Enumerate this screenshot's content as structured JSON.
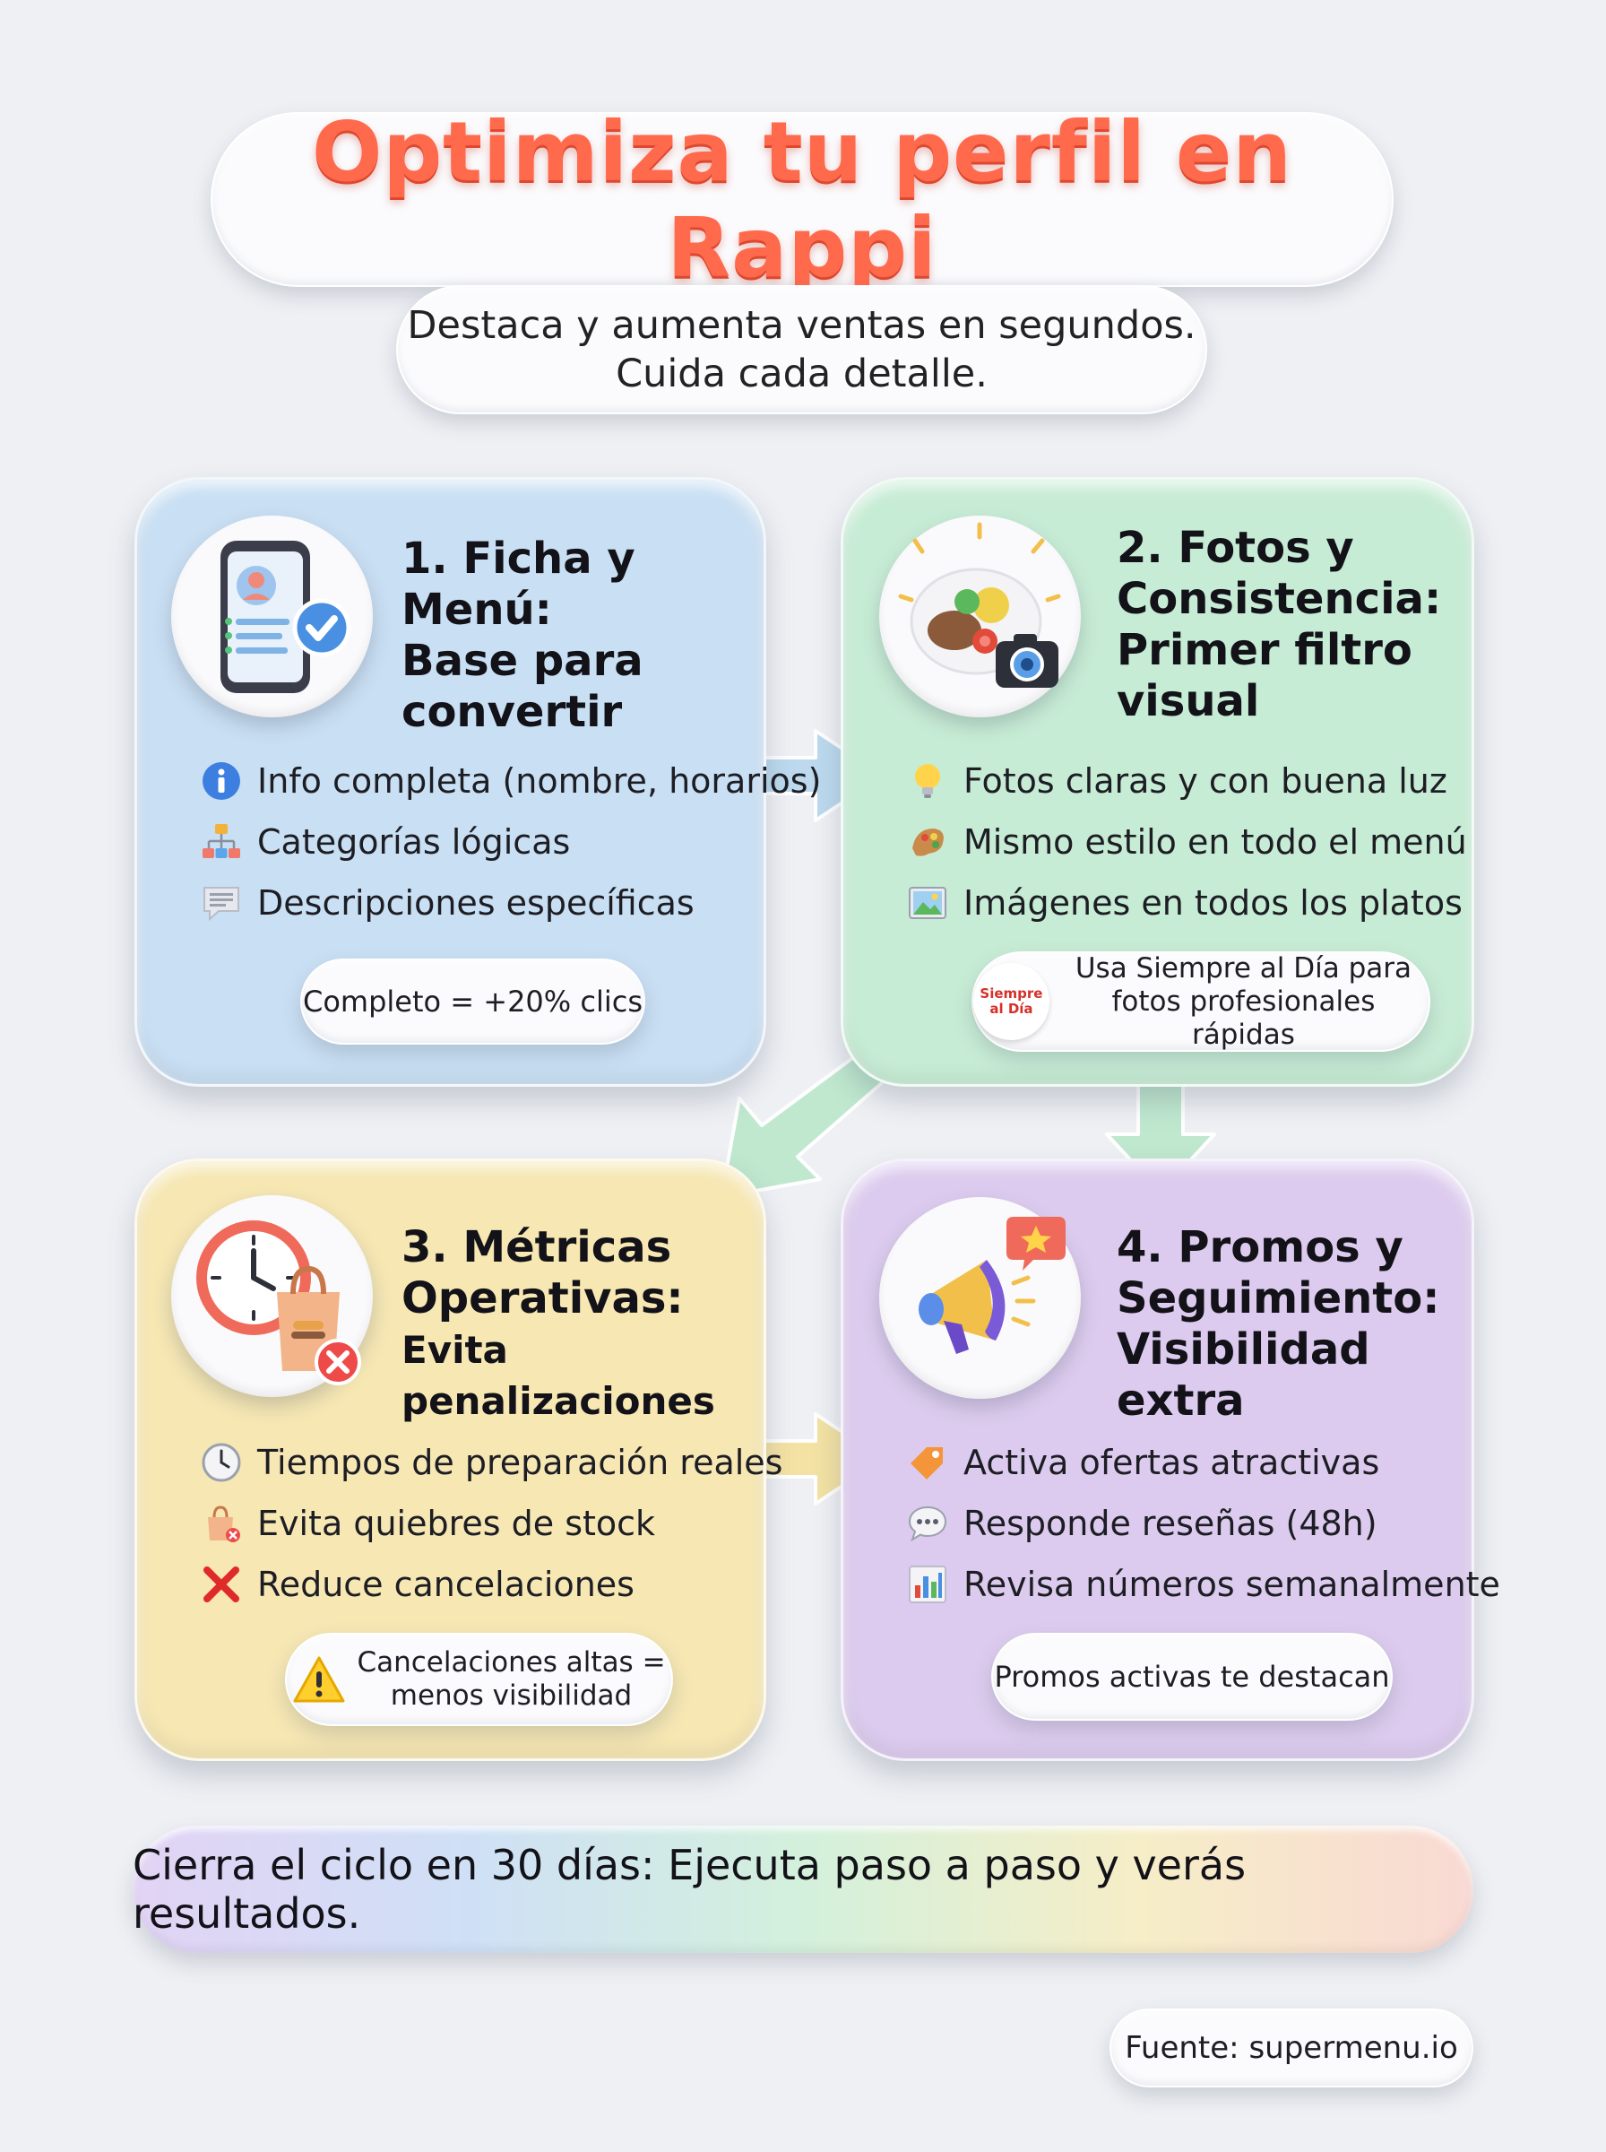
{
  "header": {
    "title": "Optimiza tu perfil en Rappi",
    "subtitle_line1": "Destaca y aumenta ventas en segundos.",
    "subtitle_line2": "Cuida cada detalle."
  },
  "colors": {
    "title": "#ff6a4d",
    "card1": "#c9dff3",
    "card2": "#c7ecd5",
    "card3": "#f6e7b3",
    "card4": "#dccbee"
  },
  "cards": [
    {
      "title_line1": "1. Ficha y Menú:",
      "title_line2": "Base para",
      "title_line3": "convertir",
      "icon": "phone-profile-icon",
      "items": [
        {
          "icon": "info-icon",
          "text": "Info completa (nombre, horarios)"
        },
        {
          "icon": "hierarchy-icon",
          "text": "Categorías lógicas"
        },
        {
          "icon": "note-icon",
          "text": "Descripciones específicas"
        }
      ],
      "tip": "Completo = +20% clics"
    },
    {
      "title_line1": "2. Fotos y",
      "title_line2": "Consistencia:",
      "title_line3": "Primer filtro",
      "title_line4": "visual",
      "icon": "food-camera-icon",
      "items": [
        {
          "icon": "lightbulb-icon",
          "text": "Fotos claras y con buena luz"
        },
        {
          "icon": "palette-icon",
          "text": "Mismo estilo en todo el menú"
        },
        {
          "icon": "image-icon",
          "text": "Imágenes en todos los platos"
        }
      ],
      "tip_logo_line1": "Siempre",
      "tip_logo_line2": "al Día",
      "tip_line1": "Usa Siempre al Día para",
      "tip_line2": "fotos profesionales rápidas"
    },
    {
      "title_line1": "3. Métricas",
      "title_line2": "Operativas:",
      "title_sub": "Evita penalizaciones",
      "icon": "clock-bag-icon",
      "items": [
        {
          "icon": "clock-icon",
          "text": "Tiempos de preparación reales"
        },
        {
          "icon": "bag-icon",
          "text": "Evita quiebres de stock"
        },
        {
          "icon": "cross-icon",
          "text": "Reduce cancelaciones"
        }
      ],
      "tip_line1": "Cancelaciones altas =",
      "tip_line2": "menos visibilidad"
    },
    {
      "title_line1": "4. Promos y",
      "title_line2": "Seguimiento:",
      "title_line3": "Visibilidad extra",
      "icon": "megaphone-icon",
      "items": [
        {
          "icon": "tag-icon",
          "text": "Activa ofertas atractivas"
        },
        {
          "icon": "speech-icon",
          "text": "Responde reseñas (48h)"
        },
        {
          "icon": "chart-icon",
          "text": "Revisa números semanalmente"
        }
      ],
      "tip": "Promos activas te destacan"
    }
  ],
  "footer": {
    "cta": "Cierra el ciclo en 30 días: Ejecuta paso a paso y verás resultados.",
    "source": "Fuente: supermenu.io"
  }
}
